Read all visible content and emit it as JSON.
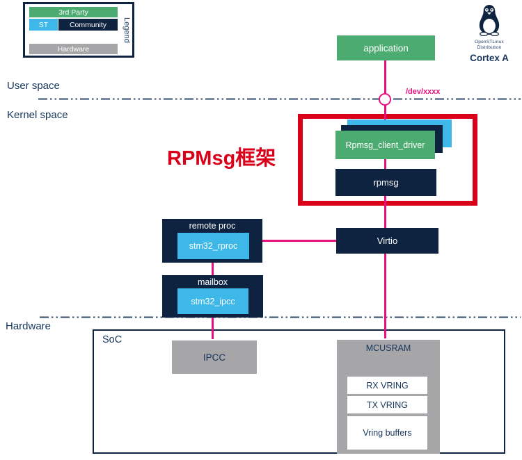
{
  "colors": {
    "navy": "#0d2340",
    "light_blue": "#3db8e8",
    "green": "#4cab70",
    "gray": "#a6a6a8",
    "pink": "#ea0f7f",
    "red": "#da0019",
    "text_navy": "#17365d"
  },
  "legend": {
    "title": "Legend",
    "third_party": "3rd Party",
    "st": "ST",
    "community": "Community",
    "hardware": "Hardware"
  },
  "branding": {
    "icon": "tux-penguin",
    "distro_line1": "OpenSTLinux",
    "distro_line2": "Distribution",
    "core": "Cortex A"
  },
  "layers": {
    "user_space": "User space",
    "kernel_space": "Kernel space",
    "hardware": "Hardware"
  },
  "annotations": {
    "dev_node": "/dev/xxxx",
    "framework": "RPMsg框架"
  },
  "nodes": {
    "application": "application",
    "rpmsg_client_driver": "Rpmsg_client_driver",
    "rpmsg": "rpmsg",
    "remote_proc": "remote proc",
    "stm32_rproc": "stm32_rproc",
    "mailbox": "mailbox",
    "stm32_ipcc": "stm32_ipcc",
    "virtio": "Virtio",
    "soc": "SoC",
    "ipcc": "IPCC",
    "mcusram": "MCUSRAM",
    "rx_vring": "RX VRING",
    "tx_vring": "TX VRING",
    "vring_buffers": "Vring buffers"
  }
}
